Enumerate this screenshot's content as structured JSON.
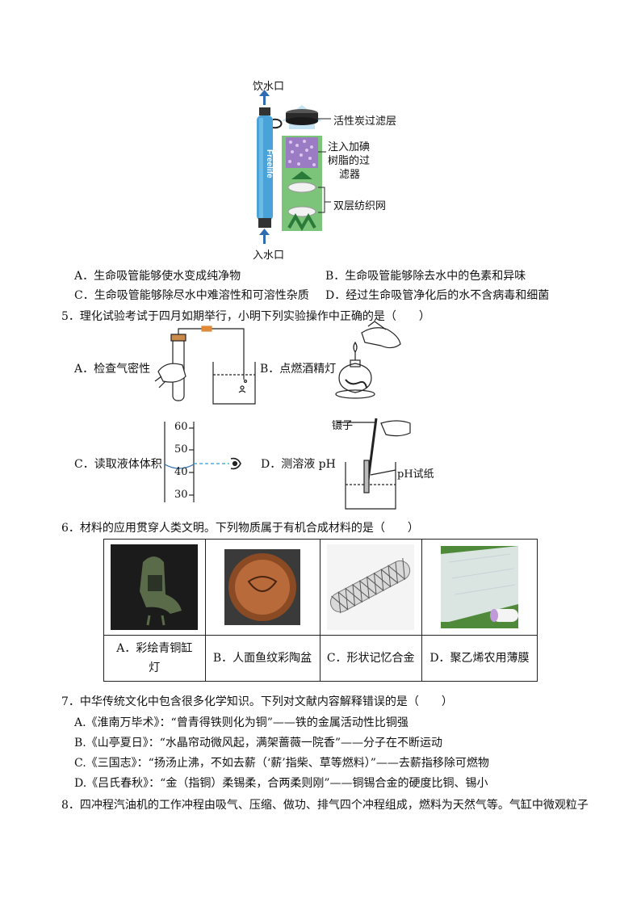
{
  "filter_figure": {
    "outlet_label": "饮水口",
    "inlet_label": "入水口",
    "brand_text": "Freelife",
    "layer_carbon": "活性炭过滤层",
    "layer_resin_1": "注入加碘",
    "layer_resin_2": "树脂的过",
    "layer_resin_3": "滤器",
    "layer_mesh": "双层纺织网"
  },
  "q4_options": {
    "a": "A．生命吸管能够使水变成纯净物",
    "b": "B．生命吸管能够除去水中的色素和异味",
    "c": "C．生命吸管能够除尽水中难溶性和可溶性杂质",
    "d": "D．经过生命吸管净化后的水不含病毒和细菌"
  },
  "q5": {
    "stem": "5．理化试验考试于四月如期举行，小明下列实验操作中正确的是（　　）",
    "a": "A．检查气密性",
    "b": "B．点燃酒精灯",
    "c": "C．读取液体体积",
    "d": "D．测溶液 pH",
    "tweezers_label": "镊子",
    "ph_paper_label": "pH试纸",
    "cylinder_ticks": [
      "60",
      "50",
      "40",
      "30"
    ]
  },
  "q6": {
    "stem": "6．材料的应用贯穿人类文明。下列物质属于有机合成材料的是（　　）",
    "a_1": "A．彩绘青铜缸",
    "a_2": "灯",
    "b": "B．人面鱼纹彩陶盆",
    "c": "C．形状记忆合金",
    "d": "D．聚乙烯农用薄膜"
  },
  "q7": {
    "stem": "7．中华传统文化中包含很多化学知识。下列对文献内容解释错误的是（　　）",
    "a": "A.《淮南万毕术》：“曾青得铁则化为铜”——铁的金属活动性比铜强",
    "b": "B.《山亭夏日》：“水晶帘动微风起，满架蔷薇一院香”——分子在不断运动",
    "c": "C.《三国志》：“扬汤止沸，不如去薪（‘薪’指柴、草等燃料）”——去薪指移除可燃物",
    "d": "D.《吕氏春秋》：“金（指铜）柔锡柔，合两柔则刚”——铜锡合金的硬度比铜、锡小"
  },
  "q8": {
    "stem": "8．四冲程汽油机的工作冲程由吸气、压缩、做功、排气四个冲程组成，燃料为天然气等。气缸中微观粒子"
  },
  "colors": {
    "tube_blue": "#4aa3d8",
    "filter_green": "#7cc47a",
    "arrow_blue": "#2f6db0",
    "bronze": "#5a6b4a",
    "pottery": "#b86a3a"
  }
}
